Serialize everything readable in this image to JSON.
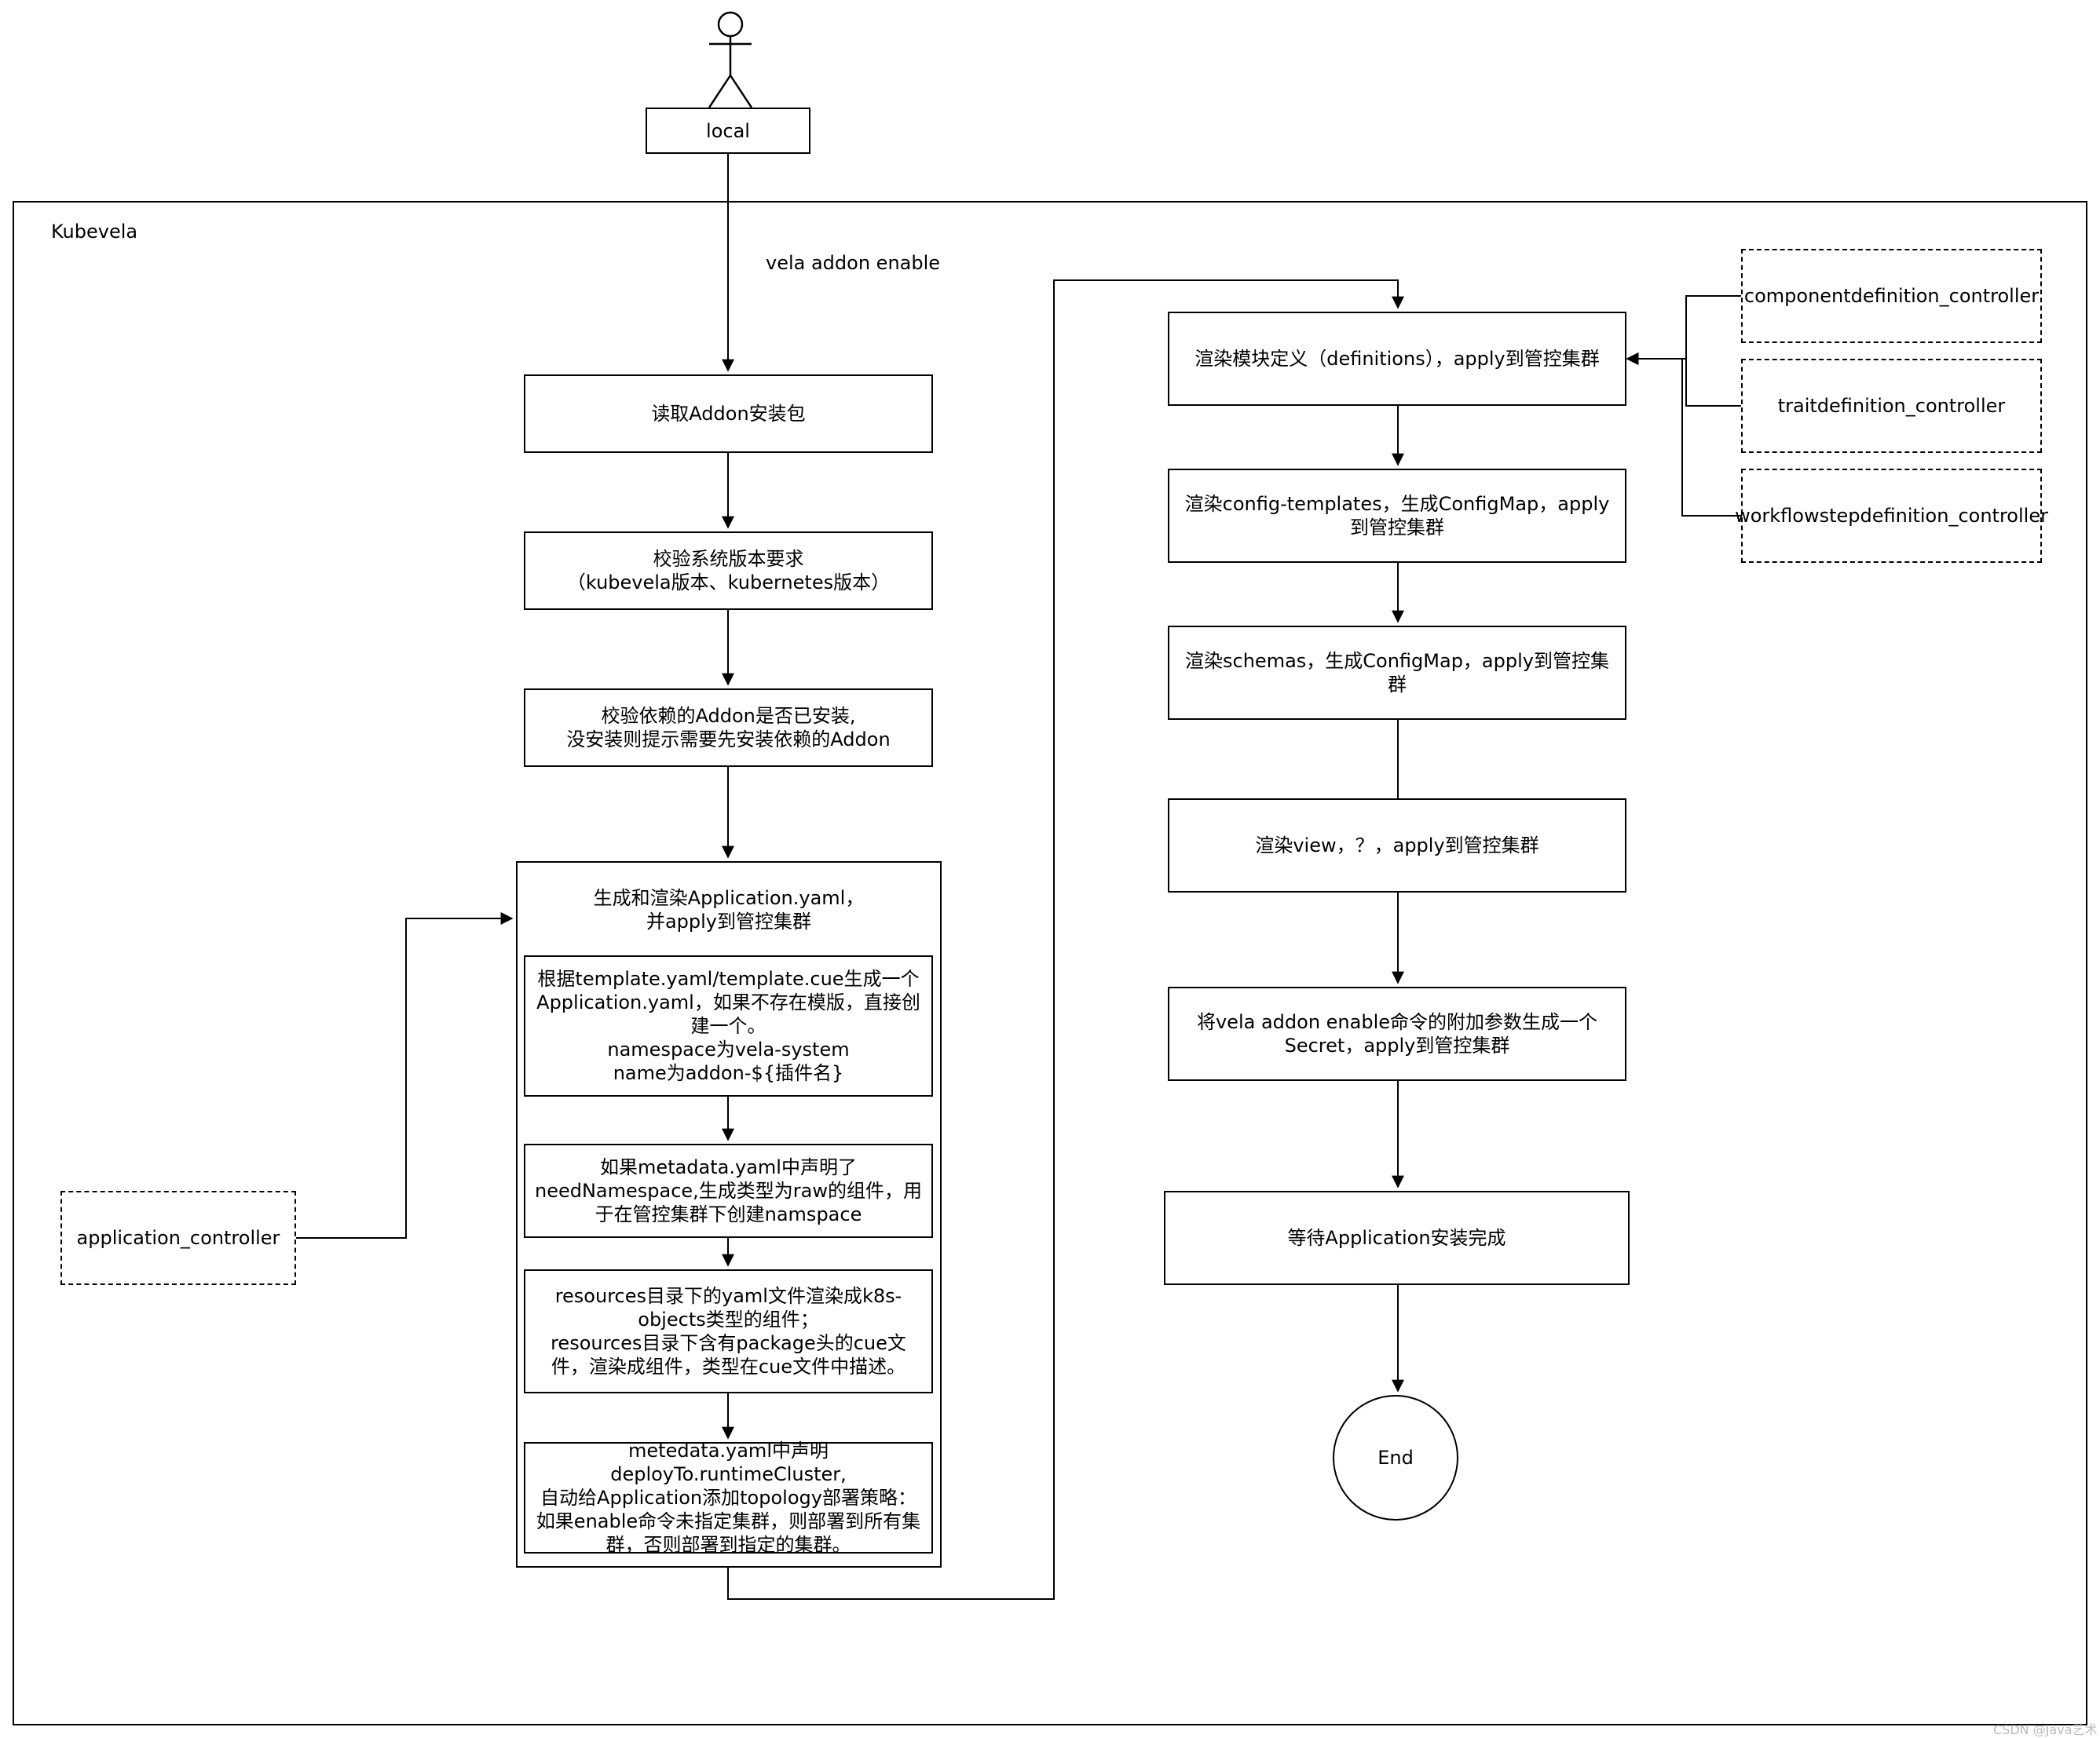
{
  "actor": {
    "label": "local"
  },
  "container": {
    "label": "Kubevela"
  },
  "edge_label": "vela addon enable",
  "left_flow": {
    "read_package": "读取Addon安装包",
    "check_version": "校验系统版本要求\n（kubevela版本、kubernetes版本）",
    "check_deps": "校验依赖的Addon是否已安装,\n没安装则提示需要先安装依赖的Addon",
    "render_app": {
      "title": "生成和渲染Application.yaml，\n并apply到管控集群",
      "steps": [
        "根据template.yaml/template.cue生成一个Application.yaml，如果不存在模版，直接创建一个。\nnamespace为vela-system\nname为addon-${插件名}",
        "如果metadata.yaml中声明了needNamespace,生成类型为raw的组件，用于在管控集群下创建namspace",
        "resources目录下的yaml文件渲染成k8s-objects类型的组件；\nresources目录下含有package头的cue文件，渲染成组件，类型在cue文件中描述。",
        "metedata.yaml中声明deployTo.runtimeCluster,\n自动给Application添加topology部署策略：\n如果enable命令未指定集群，则部署到所有集群，否则部署到指定的集群。"
      ]
    }
  },
  "application_controller": "application_controller",
  "right_flow": {
    "definitions": "渲染模块定义（definitions），apply到管控集群",
    "config_templates": "渲染config-templates，生成ConfigMap，apply到管控集群",
    "schemas": "渲染schemas，生成ConfigMap，apply到管控集群",
    "views": "渲染view，？，apply到管控集群",
    "secret": "将vela addon enable命令的附加参数生成一个\nSecret，apply到管控集群",
    "wait": "等待Application安装完成",
    "end": "End"
  },
  "controllers": [
    "componentdefinition_controller",
    "traitdefinition_controller",
    "workflowstepdefinition_controller"
  ],
  "watermark": "CSDN @Java艺术"
}
